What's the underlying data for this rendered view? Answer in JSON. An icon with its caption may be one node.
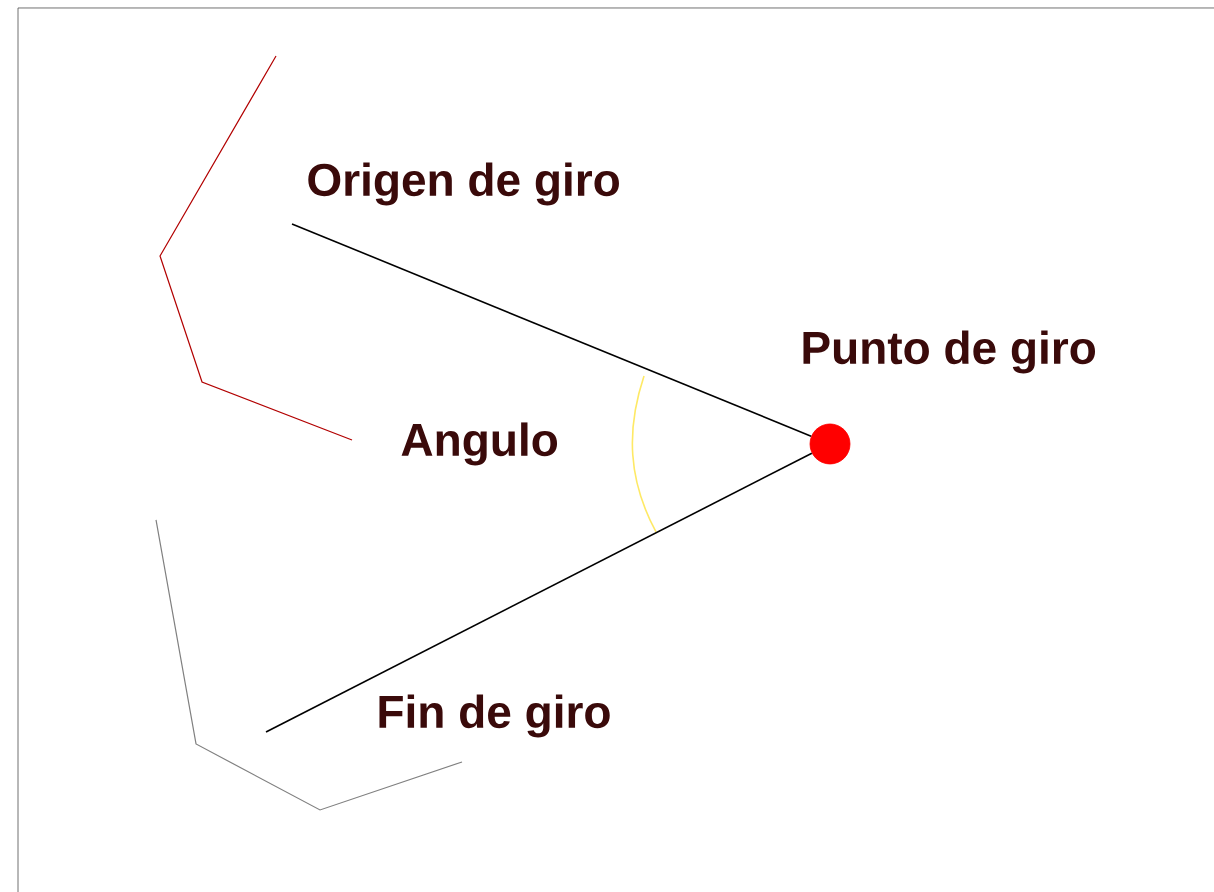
{
  "diagram": {
    "nodes": [
      {
        "text": [],
        "shape": "circle",
        "beside": [
          "Punto de giro"
        ]
      },
      {
        "text": [
          "Origen de giro"
        ]
      },
      {
        "text": [
          "Fin de giro"
        ]
      }
    ],
    "edges": [
      {
        "from": 0,
        "to": 1,
        "arrow": "none"
      },
      {
        "from": 0,
        "to": 2,
        "arrow": "none"
      }
    ],
    "labels": [
      "Angulo"
    ]
  }
}
